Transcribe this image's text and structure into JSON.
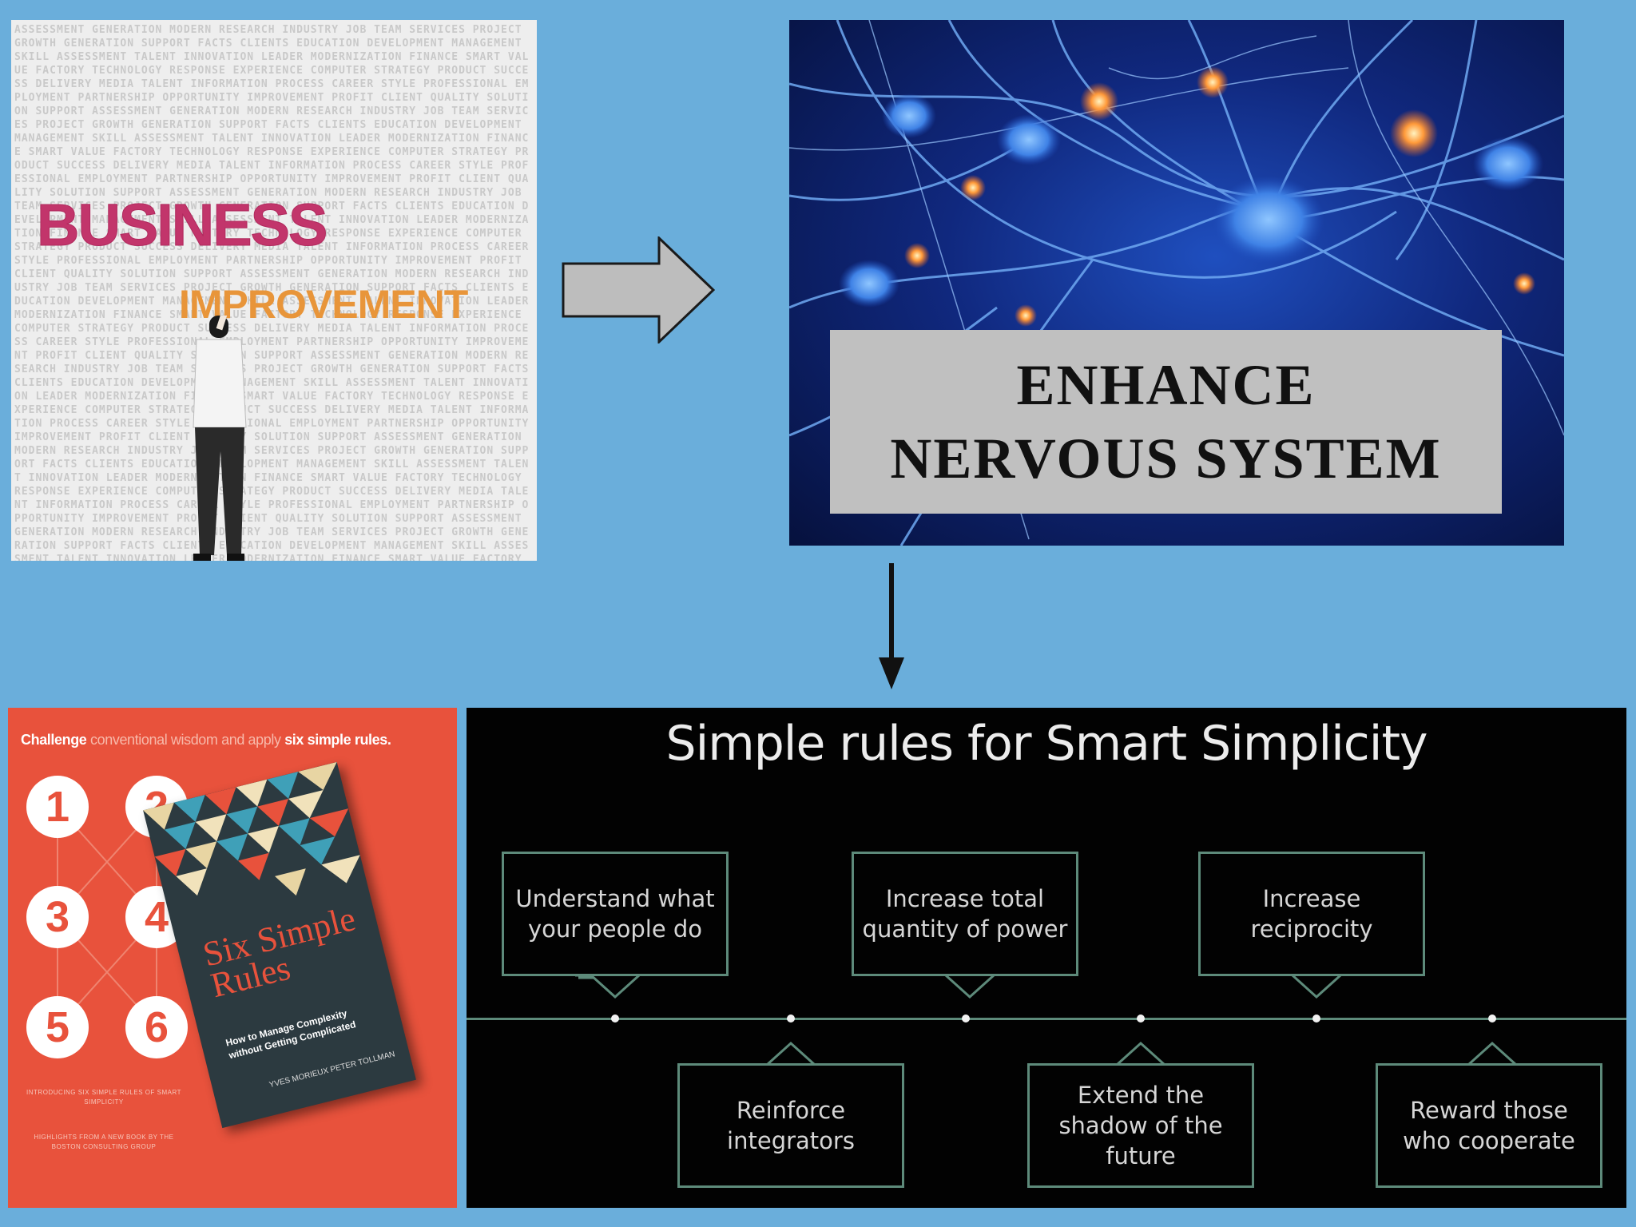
{
  "business_panel": {
    "title": "BUSINESS",
    "subtitle": "IMPROVEMENT",
    "wordcloud": "ASSESSMENT GENERATION MODERN RESEARCH INDUSTRY JOB TEAM SERVICES PROJECT GROWTH GENERATION SUPPORT FACTS CLIENTS EDUCATION DEVELOPMENT MANAGEMENT SKILL ASSESSMENT TALENT INNOVATION LEADER MODERNIZATION FINANCE SMART VALUE FACTORY TECHNOLOGY RESPONSE EXPERIENCE COMPUTER STRATEGY PRODUCT SUCCESS DELIVERY MEDIA TALENT INFORMATION PROCESS CAREER STYLE PROFESSIONAL EMPLOYMENT PARTNERSHIP OPPORTUNITY IMPROVEMENT PROFIT CLIENT QUALITY SOLUTION SUPPORT "
  },
  "neuron_panel": {
    "caption_line1": "ENHANCE",
    "caption_line2": "NERVOUS SYSTEM"
  },
  "book_panel": {
    "header_bold1": "Challenge",
    "header_mid": " conventional wisdom and apply ",
    "header_bold2": "six simple rules.",
    "numbers": [
      "1",
      "2",
      "3",
      "4",
      "5",
      "6"
    ],
    "book_title": "Six Simple Rules",
    "book_subtitle": "How to Manage Complexity without Getting Complicated",
    "authors": "YVES MORIEUX PETER TOLLMAN",
    "foot1": "INTRODUCING SIX SIMPLE RULES OF SMART SIMPLICITY",
    "foot2": "HIGHLIGHTS FROM A NEW BOOK BY THE BOSTON CONSULTING GROUP"
  },
  "rules_panel": {
    "title": "Simple rules for Smart Simplicity",
    "rules": [
      "Understand what your people do",
      "Reinforce integrators",
      "Increase total quantity of power",
      "Extend the shadow of the future",
      "Increase reciprocity",
      "Reward those who cooperate"
    ]
  },
  "colors": {
    "background": "#6aaedb",
    "business_title": "#c2356b",
    "improvement": "#e8953a",
    "book_bg": "#e8523c",
    "rules_line": "#5d8a7a"
  }
}
